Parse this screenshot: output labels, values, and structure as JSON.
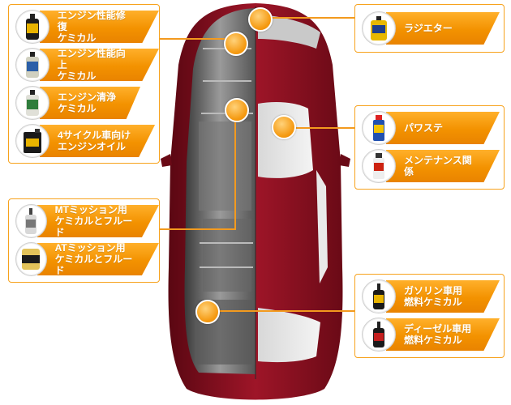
{
  "groups": {
    "engine": [
      {
        "label": "エンジン性能修復\nケミカル",
        "icon": "bottle-icon"
      },
      {
        "label": "エンジン性能向上\nケミカル",
        "icon": "bottle-icon"
      },
      {
        "label": "エンジン清浄\nケミカル",
        "icon": "bottle-icon"
      },
      {
        "label": "4サイクル車向け\nエンジンオイル",
        "icon": "oil-can-icon"
      }
    ],
    "mission": [
      {
        "label": "MTミッション用\nケミカルとフルード",
        "icon": "bottle-icon"
      },
      {
        "label": "ATミッション用\nケミカルとフルード",
        "icon": "can-icon"
      }
    ],
    "radiator": [
      {
        "label": "ラジエター",
        "icon": "bottle-icon"
      }
    ],
    "power": [
      {
        "label": "パワステ",
        "icon": "spray-icon"
      },
      {
        "label": "メンテナンス関係",
        "icon": "spray-icon"
      }
    ],
    "fuel": [
      {
        "label": "ガソリン車用\n燃料ケミカル",
        "icon": "bottle-icon"
      },
      {
        "label": "ディーゼル車用\n燃料ケミカル",
        "icon": "bottle-icon"
      }
    ]
  },
  "colors": {
    "accent": "#f39200",
    "car_body": "#8b1020",
    "border": "#f7a21c"
  }
}
